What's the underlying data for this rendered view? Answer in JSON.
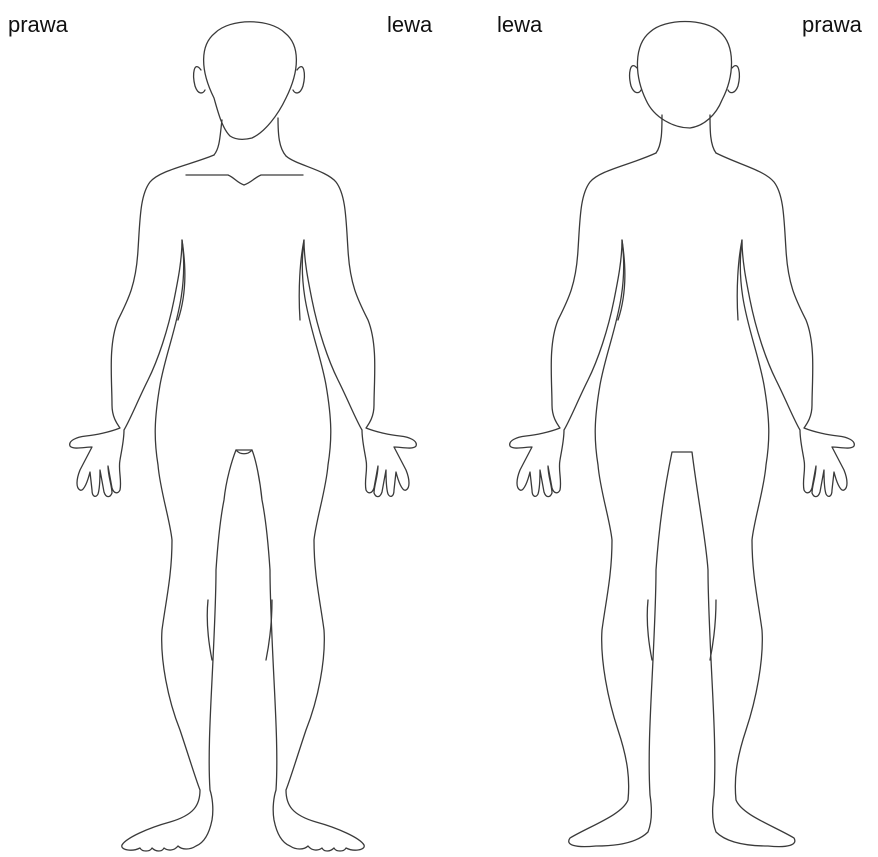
{
  "labels": {
    "front_right": "prawa",
    "front_left": "lewa",
    "back_left": "lewa",
    "back_right": "prawa"
  },
  "colors": {
    "outline": "#3a3a3a",
    "background": "#ffffff",
    "text": "#111111"
  }
}
